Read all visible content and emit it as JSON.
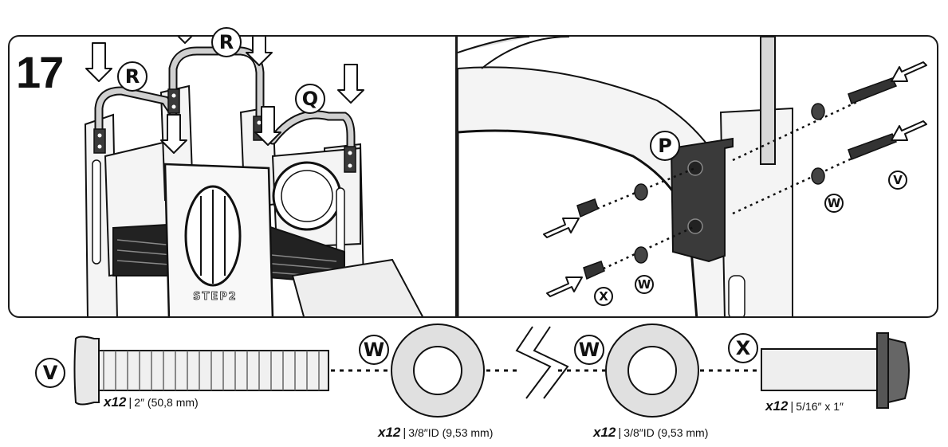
{
  "step": {
    "number": "17"
  },
  "callouts": {
    "left": {
      "r1": "R",
      "r2": "R",
      "q": "Q"
    },
    "right": {
      "p": "P",
      "w1": "W",
      "w2": "W",
      "v": "V",
      "x": "X"
    }
  },
  "brand": "STEP2",
  "hardware": {
    "v": {
      "letter": "V",
      "qty": "x12",
      "sep": "|",
      "size": "2″ (50,8 mm)"
    },
    "w1": {
      "letter": "W",
      "qty": "x12",
      "sep": "|",
      "size": "3/8″ID (9,53 mm)"
    },
    "w2": {
      "letter": "W",
      "qty": "x12",
      "sep": "|",
      "size": "3/8″ID (9,53 mm)"
    },
    "x": {
      "letter": "X",
      "qty": "x12",
      "sep": "|",
      "size": "5/16″ x 1″"
    }
  },
  "colors": {
    "line": "#111111",
    "part_dark": "#3a3a3a",
    "washer": "#e0e0e0",
    "frame": "#f4f4f4"
  }
}
